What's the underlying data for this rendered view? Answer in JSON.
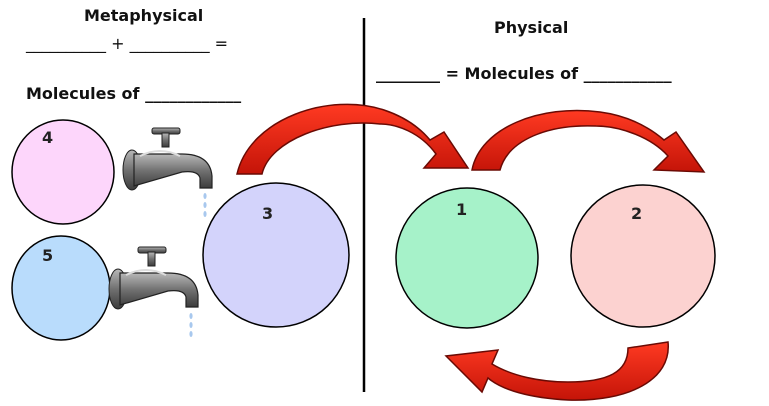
{
  "left_panel": {
    "title": "Metaphysical",
    "equation": "__________ + __________ =",
    "molecules_line": "Molecules of ____________"
  },
  "right_panel": {
    "title": "Physical",
    "equation": "________ = Molecules of ___________"
  },
  "circles": [
    {
      "label": "4",
      "color": "#fdd6fb"
    },
    {
      "label": "5",
      "color": "#b9dcfc"
    },
    {
      "label": "3",
      "color": "#d3d3fb"
    },
    {
      "label": "1",
      "color": "#a6f2c9"
    },
    {
      "label": "2",
      "color": "#fcd2d0"
    }
  ],
  "arrow_color": "#e8281c",
  "divider_color": "#000000",
  "icons": [
    "faucet-icon",
    "faucet-icon"
  ]
}
